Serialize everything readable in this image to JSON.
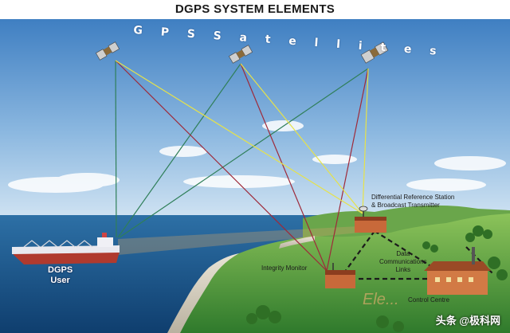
{
  "diagram": {
    "title": "DGPS SYSTEM ELEMENTS",
    "satellites_caption": "G P S   S a t e l l i t e s",
    "labels": {
      "user": [
        "DGPS",
        "User"
      ],
      "reference_station": [
        "Differential Reference Station",
        "& Broadcast Transmitter"
      ],
      "integrity_monitor": "Integrity Monitor",
      "data_links": [
        "Data",
        "Communications",
        "Links"
      ],
      "control_centre": "Control Centre"
    },
    "watermark": "头条 @极科网",
    "faint_watermark": "Ele..."
  },
  "colors": {
    "sky_top": "#4a86c5",
    "sky_bottom": "#cfe3f3",
    "sea": "#1f5f95",
    "land": "#4f9a3a",
    "line_red": "#9e2a3a",
    "line_green": "#2f7f59",
    "line_yellow": "#e6e24a"
  }
}
